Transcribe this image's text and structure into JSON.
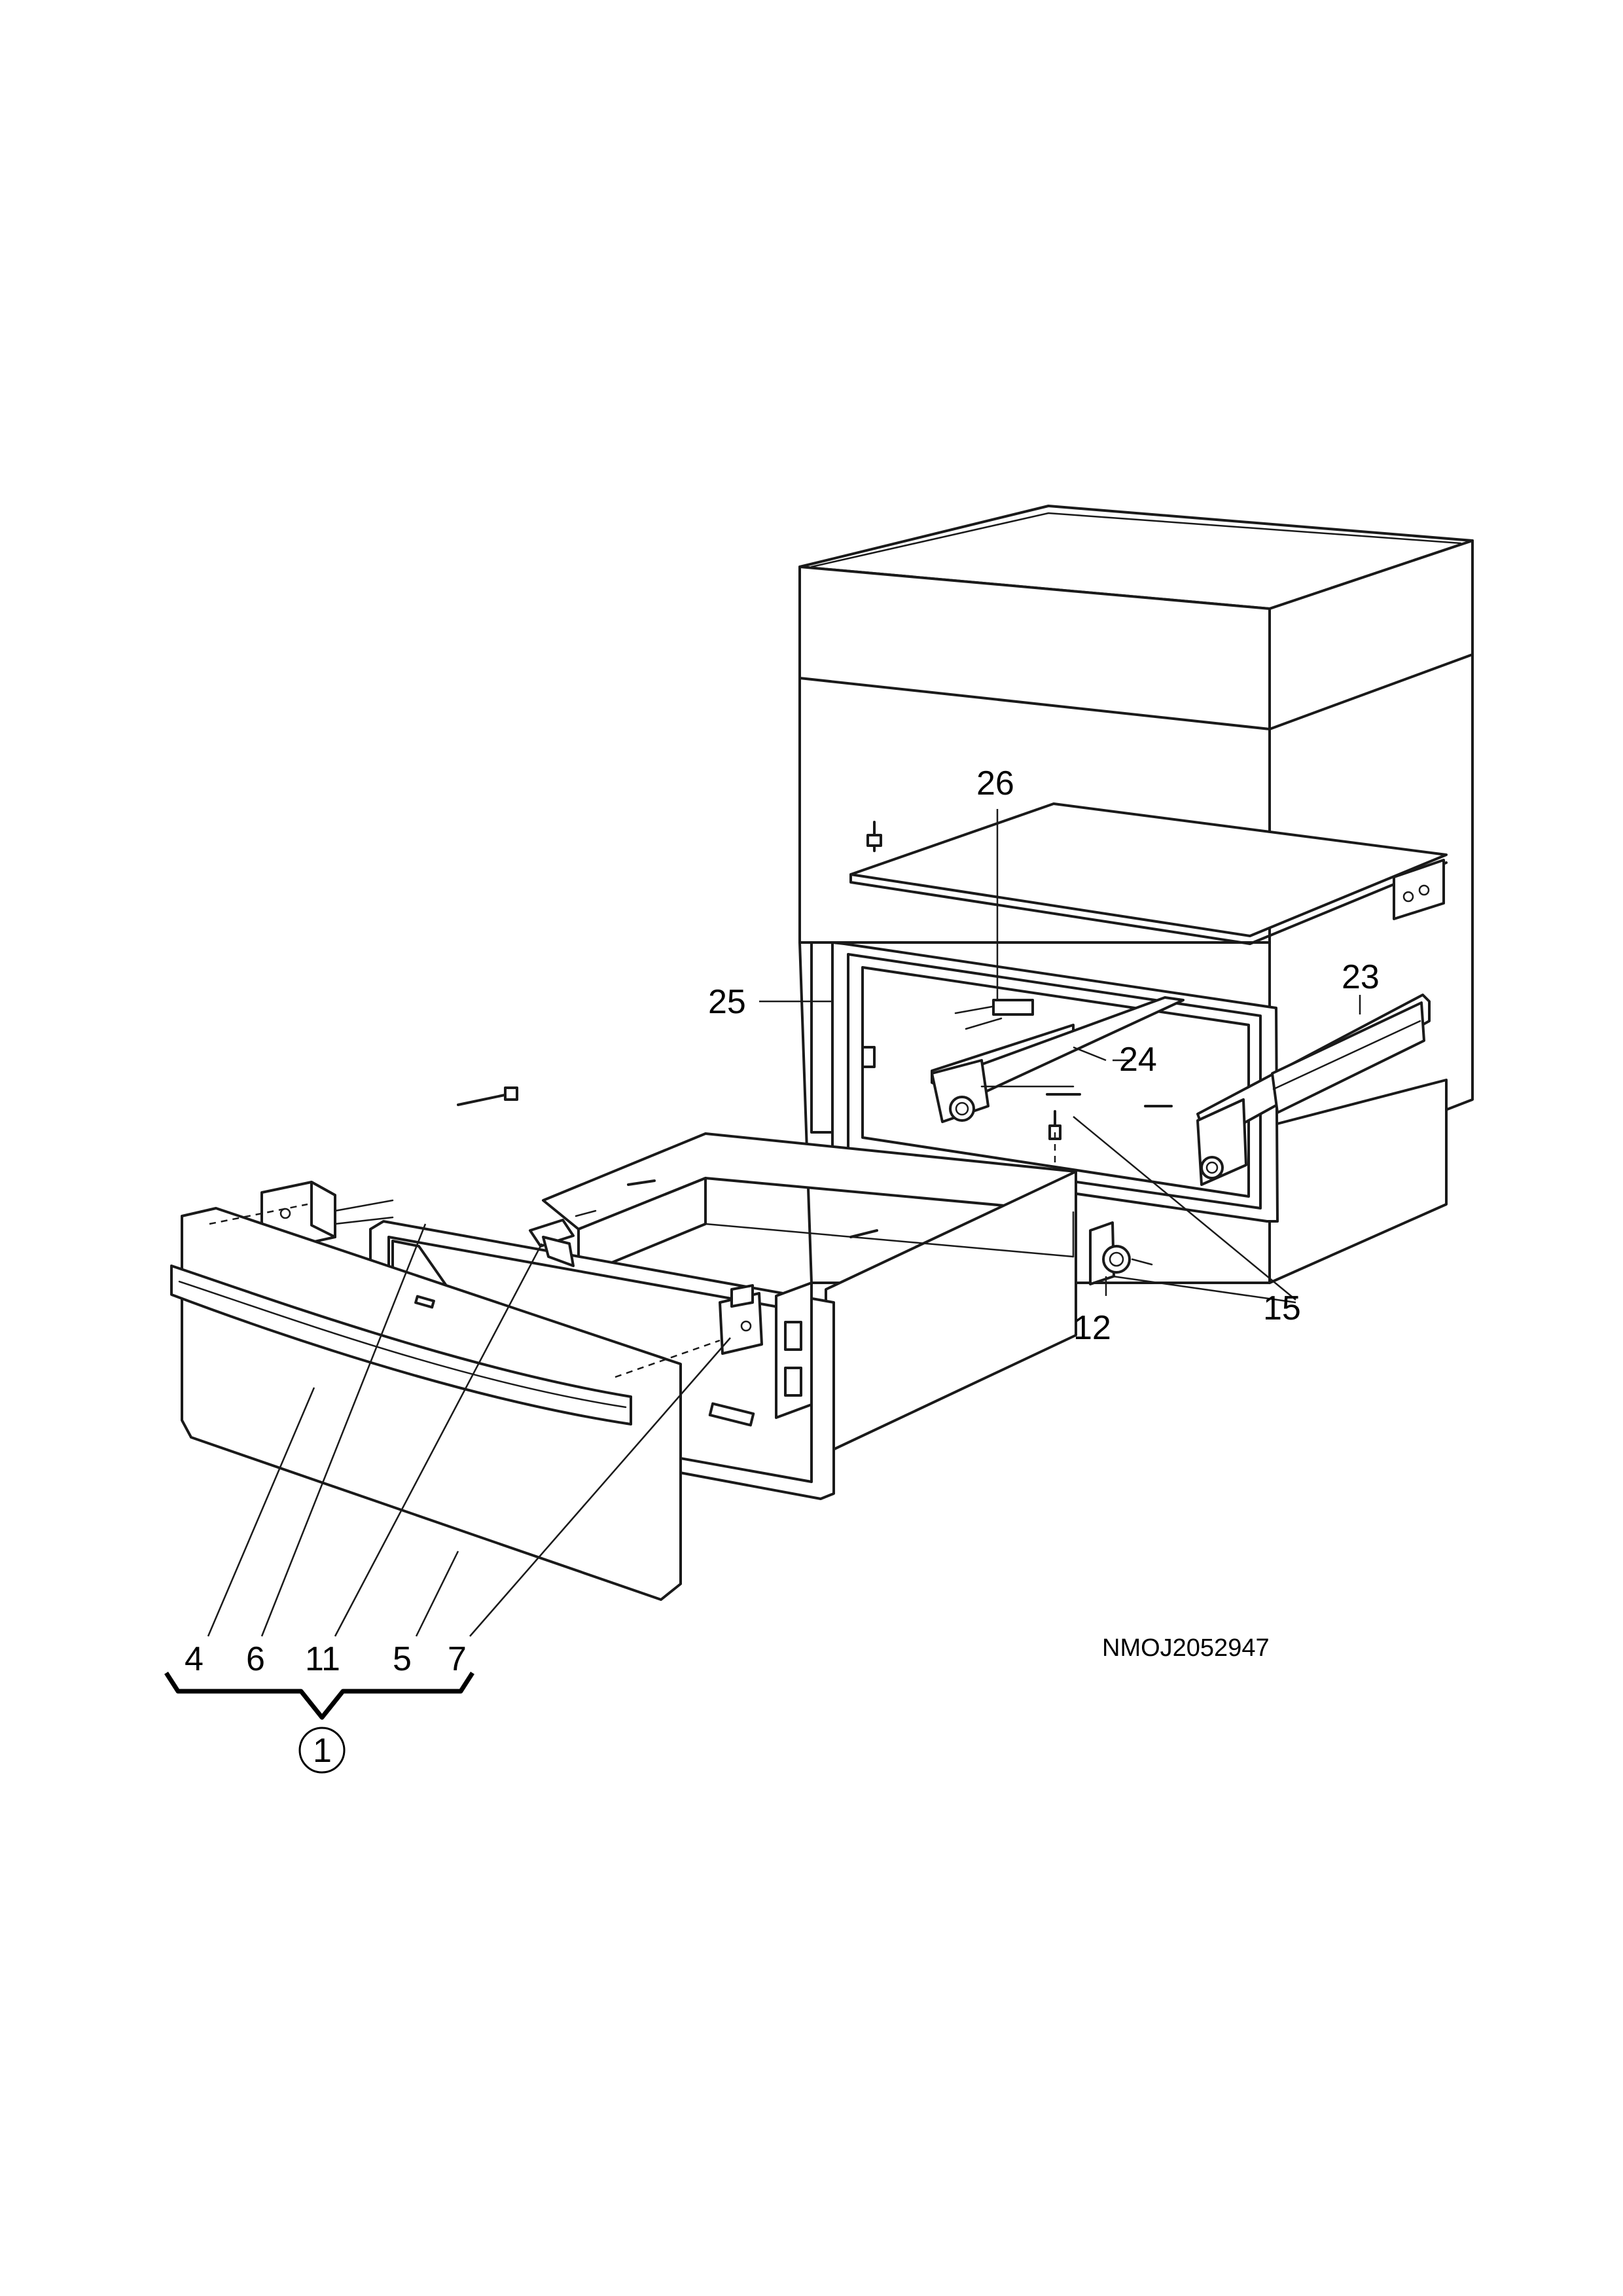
{
  "callouts": {
    "c26": "26",
    "c25": "25",
    "c23": "23",
    "c24": "24",
    "c12": "12",
    "c15": "15",
    "c4": "4",
    "c6": "6",
    "c11": "11",
    "c5": "5",
    "c7": "7",
    "assembly": "1"
  },
  "drawing_code": "NMOJ2052947"
}
